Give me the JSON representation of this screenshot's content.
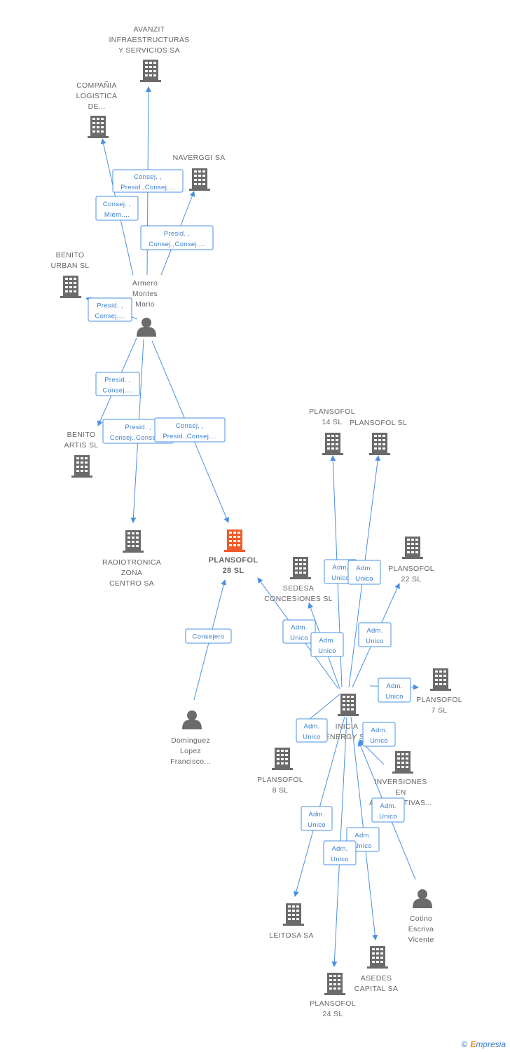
{
  "colors": {
    "edge": "#4a90e2",
    "company": "#6b6b6b",
    "focus": "#f05a28",
    "person": "#6b6b6b",
    "label": "#666666"
  },
  "nodes": [
    {
      "id": "avanzit",
      "type": "company",
      "lines": [
        "AVANZIT",
        "INFRAESTRUCTURAS",
        "Y SERVICIOS SA"
      ]
    },
    {
      "id": "compania",
      "type": "company",
      "lines": [
        "COMPAÑIA",
        "LOGISTICA",
        "DE..."
      ]
    },
    {
      "id": "naverggi",
      "type": "company",
      "lines": [
        "NAVERGGI SA"
      ]
    },
    {
      "id": "benito-urban",
      "type": "company",
      "lines": [
        "BENITO",
        "URBAN  SL"
      ]
    },
    {
      "id": "armero",
      "type": "person",
      "lines": [
        "Armero",
        "Montes",
        "Mario"
      ]
    },
    {
      "id": "benito-artis",
      "type": "company",
      "lines": [
        "BENITO",
        "ARTIS SL"
      ]
    },
    {
      "id": "radiotronica",
      "type": "company",
      "lines": [
        "RADIOTRONICA",
        "ZONA",
        "CENTRO SA"
      ]
    },
    {
      "id": "plansofol28",
      "type": "focus",
      "lines": [
        "PLANSOFOL",
        "28 SL"
      ]
    },
    {
      "id": "plansofol14",
      "type": "company",
      "lines": [
        "PLANSOFOL",
        "14 SL"
      ]
    },
    {
      "id": "plansofol-sl",
      "type": "company",
      "lines": [
        "PLANSOFOL SL"
      ]
    },
    {
      "id": "plansofol22",
      "type": "company",
      "lines": [
        "PLANSOFOL",
        "22 SL"
      ]
    },
    {
      "id": "sedesa",
      "type": "company",
      "lines": [
        "SEDESA",
        "CONCESIONES SL"
      ]
    },
    {
      "id": "plansofol7",
      "type": "company",
      "lines": [
        "PLANSOFOL",
        "7 SL"
      ]
    },
    {
      "id": "dominguez",
      "type": "person",
      "lines": [
        "Dominguez",
        "Lopez",
        "Francisco..."
      ]
    },
    {
      "id": "inicia",
      "type": "company",
      "lines": [
        "INICIA",
        "ENERGY  SL"
      ]
    },
    {
      "id": "plansofol8",
      "type": "company",
      "lines": [
        "PLANSOFOL",
        "8 SL"
      ]
    },
    {
      "id": "inversiones",
      "type": "company",
      "lines": [
        "INVERSIONES",
        "EN",
        "ALTERNATIVAS..."
      ]
    },
    {
      "id": "cotino",
      "type": "person",
      "lines": [
        "Cotino",
        "Escriva",
        "Vicente"
      ]
    },
    {
      "id": "leitosa",
      "type": "company",
      "lines": [
        "LEITOSA SA"
      ]
    },
    {
      "id": "asedes",
      "type": "company",
      "lines": [
        "ASEDES",
        "CAPITAL SA"
      ]
    },
    {
      "id": "plansofol24",
      "type": "company",
      "lines": [
        "PLANSOFOL",
        "24 SL"
      ]
    }
  ],
  "relations": [
    {
      "from": "armero",
      "to": "avanzit",
      "lines": [
        "Consej. ,",
        "Presid.,Consej...."
      ]
    },
    {
      "from": "armero",
      "to": "compania",
      "lines": [
        "Consej. ,",
        "Miem...."
      ]
    },
    {
      "from": "armero",
      "to": "naverggi",
      "lines": [
        "Presid. ,",
        "Consej.,Consej...."
      ]
    },
    {
      "from": "armero",
      "to": "benito-urban",
      "lines": [
        "Presid. ,",
        "Consej...."
      ]
    },
    {
      "from": "armero",
      "to": "benito-artis",
      "lines": [
        "Presid. ,",
        "Consej...."
      ]
    },
    {
      "from": "armero",
      "to": "radiotronica",
      "lines": [
        "Presid. ,",
        "Consej.,Consej...."
      ]
    },
    {
      "from": "armero",
      "to": "plansofol28",
      "lines": [
        "Consej. ,",
        "Presid.,Consej...."
      ]
    },
    {
      "from": "dominguez",
      "to": "plansofol28",
      "lines": [
        "Consejero"
      ]
    },
    {
      "from": "inicia",
      "to": "plansofol28",
      "lines": [
        "Adm.",
        "Unico"
      ]
    },
    {
      "from": "inicia",
      "to": "plansofol14",
      "lines": [
        "Adm.",
        "Unico"
      ]
    },
    {
      "from": "inicia",
      "to": "plansofol-sl",
      "lines": [
        "Adm.",
        "Unico"
      ]
    },
    {
      "from": "inicia",
      "to": "sedesa",
      "lines": [
        "Adm.",
        "Unico"
      ]
    },
    {
      "from": "inicia",
      "to": "plansofol22",
      "lines": [
        "Adm.",
        "Unico"
      ]
    },
    {
      "from": "inicia",
      "to": "plansofol7",
      "lines": [
        "Adm.",
        "Unico"
      ]
    },
    {
      "from": "inicia",
      "to": "plansofol8",
      "lines": [
        "Adm.",
        "Unico"
      ]
    },
    {
      "from": "inversiones",
      "to": "inicia",
      "lines": [
        "Adm.",
        "Unico"
      ]
    },
    {
      "from": "cotino",
      "to": "inicia",
      "lines": [
        "Adm.",
        "Unico"
      ]
    },
    {
      "from": "inicia",
      "to": "leitosa",
      "lines": [
        "Adm.",
        "Unico"
      ]
    },
    {
      "from": "inicia",
      "to": "asedes",
      "lines": [
        "Adm.",
        "Unico"
      ]
    },
    {
      "from": "inicia",
      "to": "plansofol24",
      "lines": [
        "Adm.",
        "Unico"
      ]
    }
  ],
  "brand": {
    "copyright": "©",
    "initial": "E",
    "rest": "mpresia"
  }
}
